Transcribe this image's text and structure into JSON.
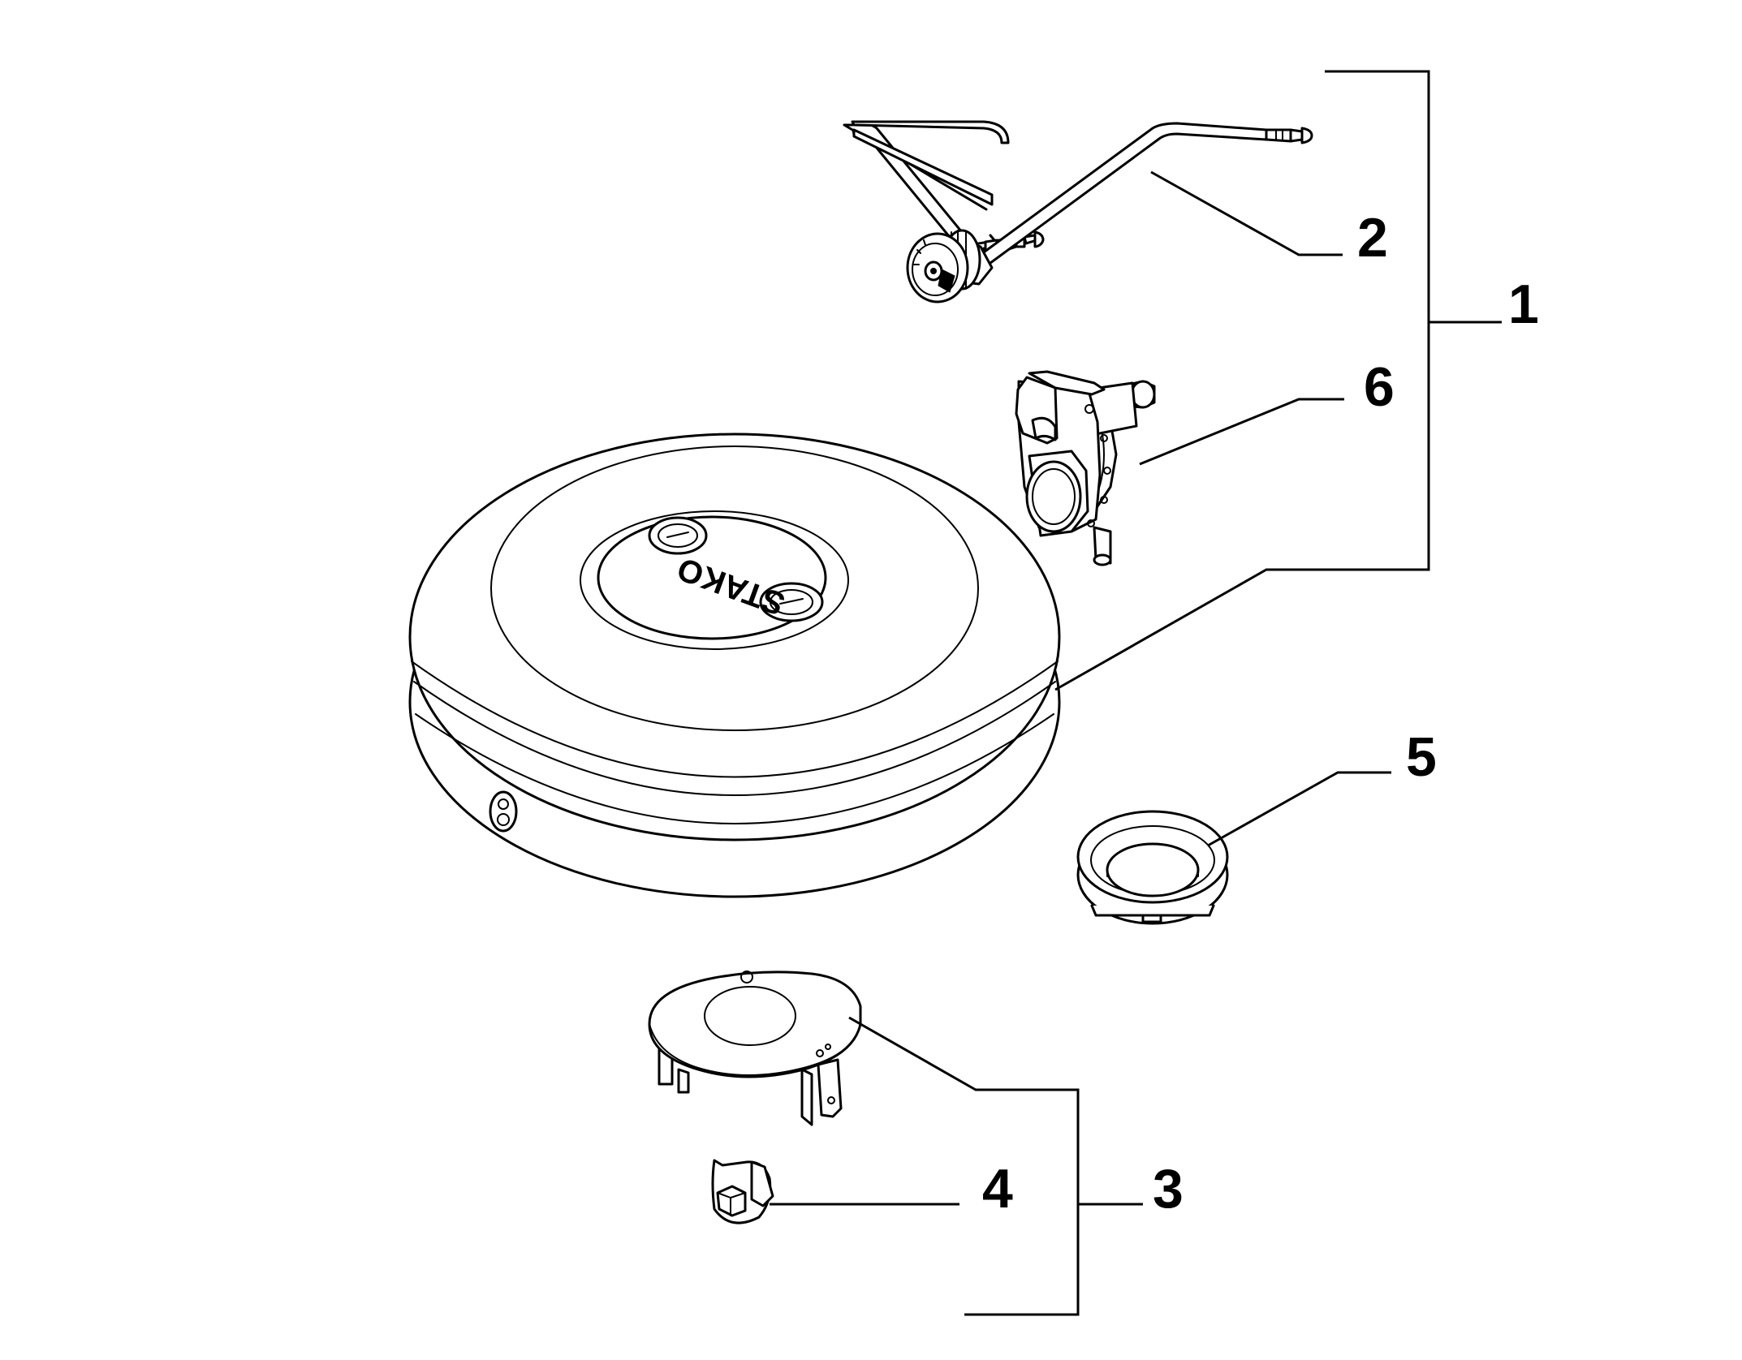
{
  "callouts": [
    {
      "id": "1",
      "label": "1"
    },
    {
      "id": "2",
      "label": "2"
    },
    {
      "id": "3",
      "label": "3"
    },
    {
      "id": "4",
      "label": "4"
    },
    {
      "id": "5",
      "label": "5"
    },
    {
      "id": "6",
      "label": "6"
    }
  ],
  "tank": {
    "brand": "STAKO"
  },
  "colors": {
    "line": "#000000",
    "background": "#ffffff"
  }
}
